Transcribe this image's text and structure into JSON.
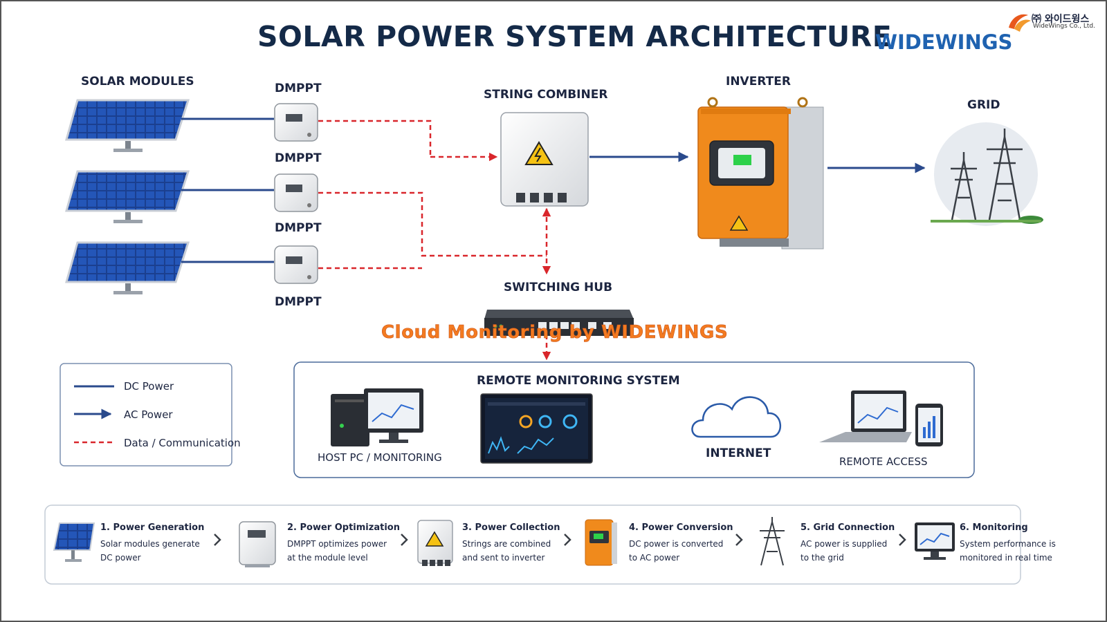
{
  "header": {
    "title": "SOLAR POWER SYSTEM ARCHITECTURE",
    "brand": "WIDEWINGS",
    "logo_ko": "㈜ 와이드윙스",
    "logo_en": "WideWings Co., Ltd."
  },
  "nodes": {
    "solar_modules": "SOLAR MODULES",
    "dmppt": [
      "DMPPT",
      "DMPPT",
      "DMPPT",
      "DMPPT"
    ],
    "string_combiner": "STRING COMBINER",
    "inverter": "INVERTER",
    "grid": "GRID",
    "switching_hub": "SWITCHING HUB"
  },
  "overlay_text": "Cloud Monitoring by WIDEWINGS",
  "legend": {
    "items": [
      {
        "label": "DC Power",
        "style": "solid"
      },
      {
        "label": "AC Power",
        "style": "arrow"
      },
      {
        "label": "Data / Communication",
        "style": "dashed"
      }
    ]
  },
  "remote": {
    "title": "REMOTE MONITORING SYSTEM",
    "host_pc": "HOST PC / MONITORING",
    "internet": "INTERNET",
    "remote_access": "REMOTE ACCESS"
  },
  "steps": [
    {
      "title": "1. Power Generation",
      "desc": [
        "Solar modules generate",
        "DC power"
      ]
    },
    {
      "title": "2. Power Optimization",
      "desc": [
        "DMPPT optimizes power",
        "at the module level"
      ]
    },
    {
      "title": "3. Power Collection",
      "desc": [
        "Strings are combined",
        "and sent to inverter"
      ]
    },
    {
      "title": "4. Power Conversion",
      "desc": [
        "DC power is converted",
        "to AC power"
      ]
    },
    {
      "title": "5. Grid Connection",
      "desc": [
        "AC power is supplied",
        "to the grid"
      ]
    },
    {
      "title": "6. Monitoring",
      "desc": [
        "System performance is",
        "monitored in real time"
      ]
    }
  ],
  "colors": {
    "dc_line": "#2a4a8c",
    "data_line": "#d9262b",
    "brand": "#1f62b0",
    "inverter": "#f08a1c",
    "overlay": "#f37a20"
  }
}
